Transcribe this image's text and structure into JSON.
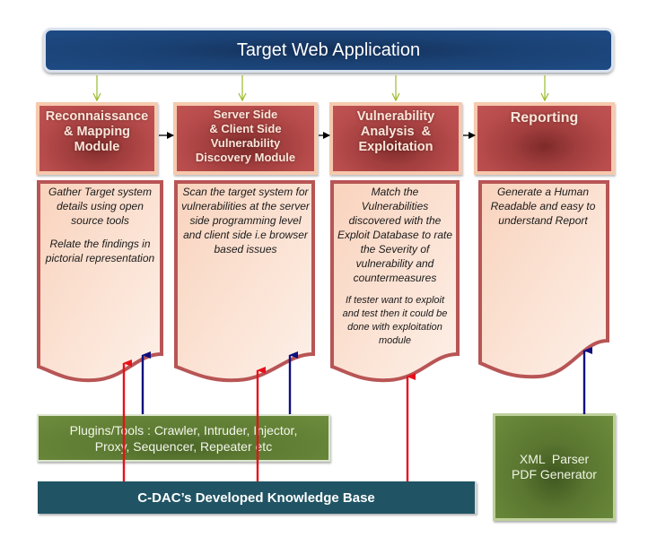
{
  "target": {
    "title": "Target Web Application"
  },
  "modules": [
    {
      "id": "recon",
      "lines": [
        "Reconnaissance",
        "& Mapping",
        "Module"
      ]
    },
    {
      "id": "discovery",
      "lines": [
        "Server Side",
        "& Client Side",
        "Vulnerability",
        "Discovery Module"
      ]
    },
    {
      "id": "analysis",
      "lines": [
        "Vulnerability",
        "Analysis  &",
        "Exploitation"
      ]
    },
    {
      "id": "reporting",
      "lines": [
        "Reporting"
      ]
    }
  ],
  "descriptions": [
    {
      "paragraphs": [
        "Gather Target system details using open source tools",
        "Relate the findings in pictorial representation"
      ]
    },
    {
      "paragraphs": [
        "Scan the target system for vulnerabilities at the server side programming level and client side i.e browser based issues"
      ]
    },
    {
      "paragraphs": [
        "Match the Vulnerabilities discovered with the Exploit Database to rate the Severity of vulnerability and countermeasures",
        "If tester want to exploit and test then it could be done with exploitation module"
      ]
    },
    {
      "paragraphs": [
        "Generate a Human Readable and easy to understand Report"
      ]
    }
  ],
  "plugins": {
    "line1": "Plugins/Tools : Crawler, Intruder, Injector,",
    "line2": "Proxy, Sequencer, Repeater etc"
  },
  "knowledge_base": {
    "label": "C-DAC’s Developed Knowledge Base"
  },
  "xml_box": {
    "line1": "XML  Parser",
    "line2": "PDF Generator"
  },
  "colors": {
    "banner": "#1a4173",
    "module": "#b84c4c",
    "module_border": "#f6c9ae",
    "doc_border": "#b85555",
    "doc_fill": "#fbe0d0",
    "plugins": "#5e7c33",
    "knowledge_base": "#205464",
    "arrow_green": "#9bbb2a",
    "arrow_red": "#e8101a",
    "arrow_blue": "#0f0f80",
    "arrow_black": "#000000"
  }
}
